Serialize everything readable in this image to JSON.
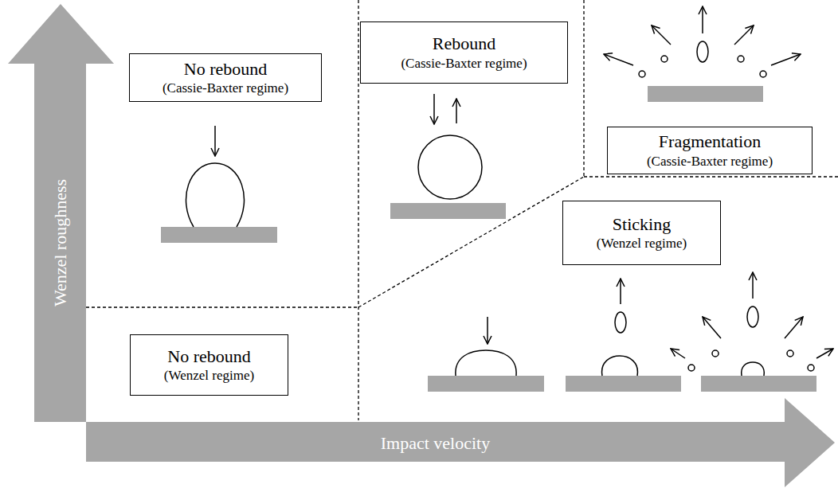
{
  "diagram": {
    "nodes": [
      {
        "text": [
          "Wenzel roughness"
        ]
      },
      {
        "text": [
          "No rebound",
          "(Cassie-Baxter regime)"
        ]
      },
      {
        "text": [
          "Rebound",
          "(Cassie-Baxter regime)"
        ]
      },
      {
        "text": [
          "Fragmentation",
          "(Cassie-Baxter regime)"
        ]
      },
      {
        "text": [
          "Sticking",
          "(Wenzel regime)"
        ]
      },
      {
        "text": [
          "No rebound",
          "(Wenzel regime)"
        ]
      },
      {
        "text": [
          "Impact velocity"
        ]
      }
    ]
  }
}
